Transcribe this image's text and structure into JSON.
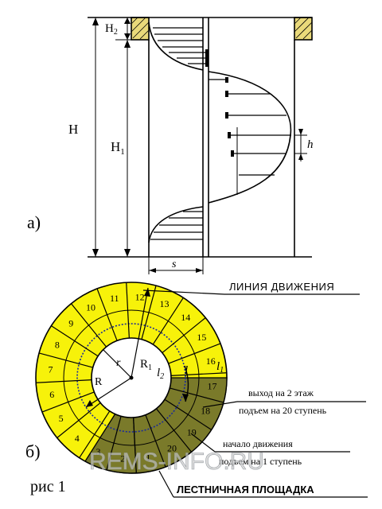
{
  "top": {
    "H": "H",
    "H1": "H",
    "H1_sub": "1",
    "H2": "H",
    "H2_sub": "2",
    "h": "h",
    "s": "s",
    "part": "а)"
  },
  "bottom": {
    "part": "б)",
    "caption": "рис 1",
    "line_of_motion": "ЛИНИЯ ДВИЖЕНИЯ",
    "exit": "выход на 2 этаж",
    "rise20": "подъем на 20 ступень",
    "start": "начало движения",
    "rise1": "подъем на 1 ступень",
    "landing": "ЛЕСТНИЧНАЯ ПЛОЩАДКА",
    "watermark": "REMS-INFO.RU",
    "R": "R",
    "r": "r",
    "R1": "R",
    "R1_sub": "1",
    "l": "l",
    "l1": "l",
    "l1_sub": "1",
    "l2": "l",
    "l2_sub": "2",
    "step_numbers": [
      "1",
      "2",
      "3",
      "4",
      "5",
      "6",
      "7",
      "8",
      "9",
      "10",
      "11",
      "12",
      "13",
      "14",
      "15",
      "16",
      "17",
      "18",
      "19",
      "20"
    ]
  },
  "colors": {
    "yellow": "#f7f20a",
    "olive": "#7a7a2a",
    "line": "#000000",
    "blue": "#1a2a9a"
  }
}
